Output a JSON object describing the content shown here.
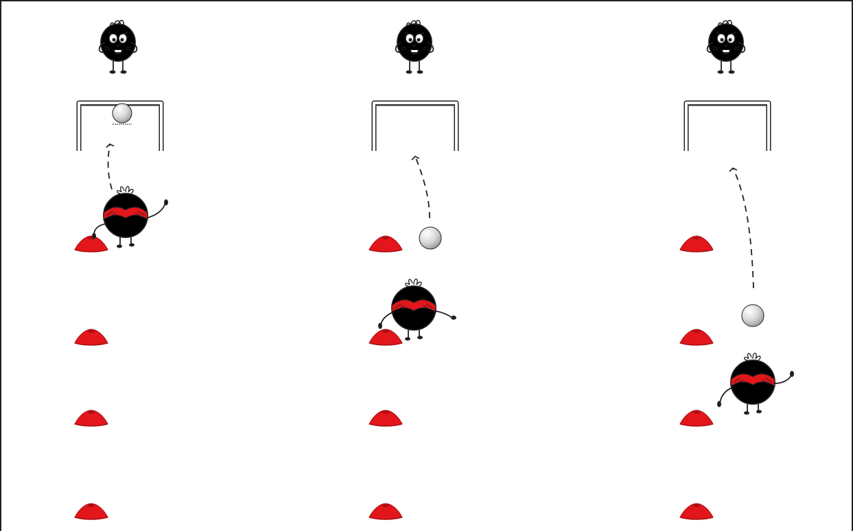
{
  "diagram": {
    "colors": {
      "frame": "#231f20",
      "cone": "#e3161b",
      "cone_dark": "#a80f13",
      "bandana": "#e3161b",
      "ball": "#d9d9d9",
      "goal": "#ffffff"
    },
    "lanes": [
      {
        "id": "blue",
        "color": "#6aa6d6",
        "keeper_icon": "blue-keeper-icon",
        "player_icon": "blue-player-icon"
      },
      {
        "id": "peach",
        "color": "#f9cfb2",
        "keeper_icon": "peach-keeper-icon",
        "player_icon": "peach-player-icon"
      },
      {
        "id": "green",
        "color": "#63c173",
        "keeper_icon": "green-keeper-icon",
        "player_icon": "green-player-icon"
      }
    ],
    "cones_per_lane": 4
  }
}
